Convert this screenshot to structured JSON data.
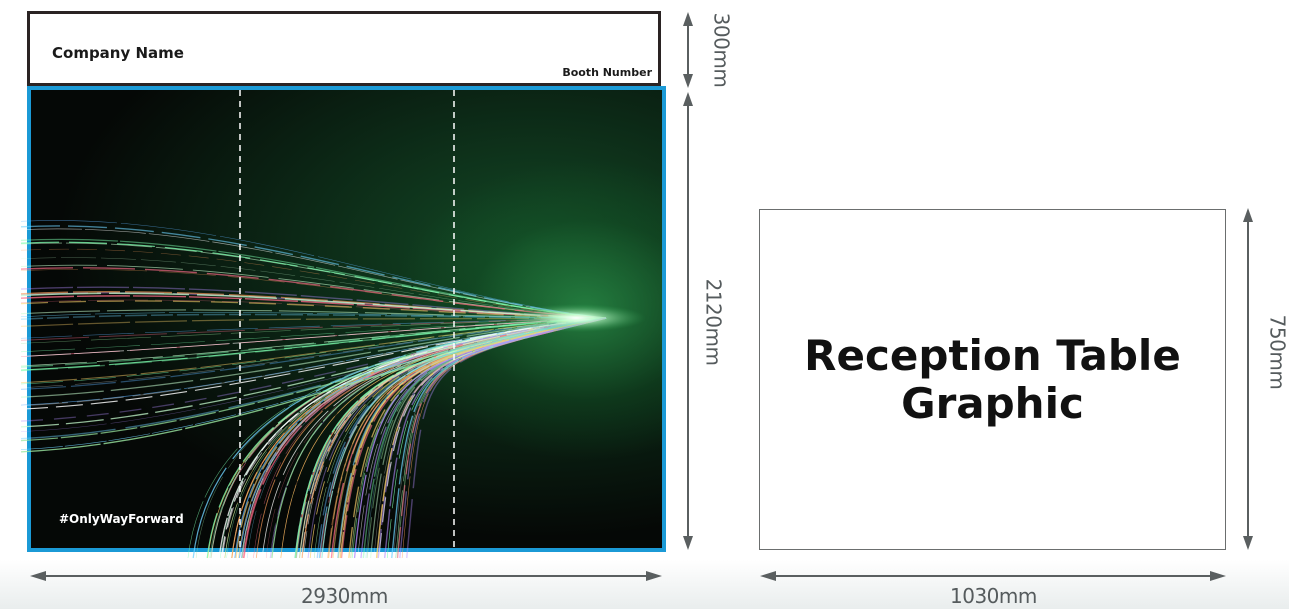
{
  "header_panel": {
    "company_name": "Company Name",
    "booth_number": "Booth Number"
  },
  "graphic_panel": {
    "hashtag": "#OnlyWayForward",
    "border_color": "#1b9ad6",
    "divider_count": 2
  },
  "dimensions": {
    "header_height": "300mm",
    "graphic_height": "2120mm",
    "total_width": "2930mm",
    "table_width": "1030mm",
    "table_height_partial": "750mm"
  },
  "reception_table": {
    "title_line1": "Reception Table",
    "title_line2": "Graphic"
  },
  "colors": {
    "dimension_arrow": "#5a5f60",
    "panel_border": "#2a2323",
    "accent_blue": "#1b9ad6",
    "background_green": "#134a26"
  }
}
